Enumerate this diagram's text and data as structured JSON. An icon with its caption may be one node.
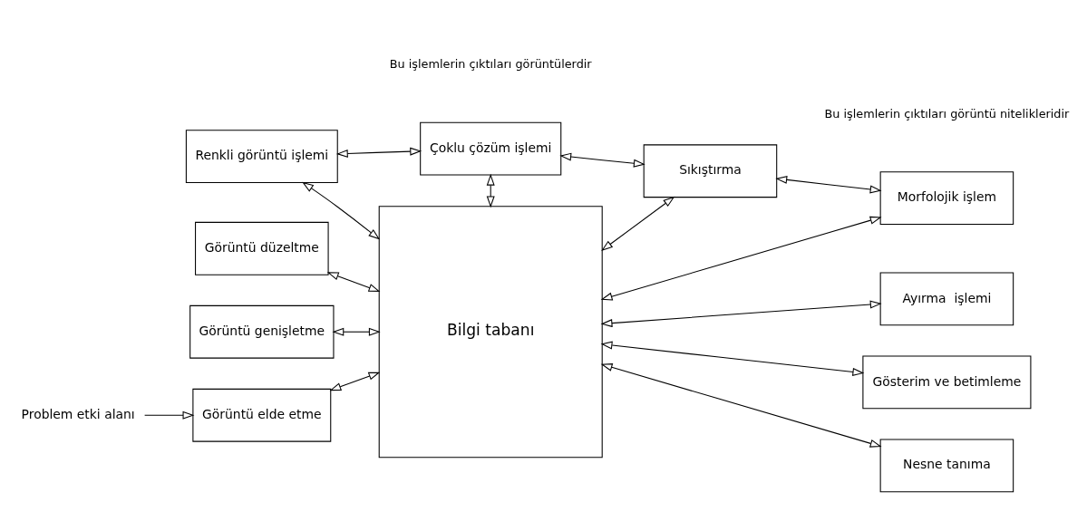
{
  "diagram": {
    "nodes": [
      {
        "text": [
          "Renkli görüntü işlemi"
        ]
      },
      {
        "text": [
          "Çoklu çözüm işlemi"
        ]
      },
      {
        "text": [
          "Sıkıştırma"
        ]
      },
      {
        "text": [
          "Morfolojik işlem"
        ]
      },
      {
        "text": [
          "Görüntü düzeltme"
        ]
      },
      {
        "text": [
          "Bilgi tabanı"
        ]
      },
      {
        "text": [
          "Ayırma  işlemi"
        ]
      },
      {
        "text": [
          "Görüntü genişletme"
        ]
      },
      {
        "text": [
          "Gösterim ve betimleme"
        ]
      },
      {
        "text": [
          "Görüntü elde etme"
        ]
      },
      {
        "text": [
          "Nesne tanıma"
        ]
      },
      {
        "text": [
          "Problem etki alanı"
        ]
      }
    ],
    "edges": [
      {
        "from": 0,
        "to": 1,
        "arrow": "both"
      },
      {
        "from": 1,
        "to": 2,
        "arrow": "both"
      },
      {
        "from": 2,
        "to": 3,
        "arrow": "both"
      },
      {
        "from": 0,
        "to": 5,
        "arrow": "both"
      },
      {
        "from": 1,
        "to": 5,
        "arrow": "both"
      },
      {
        "from": 2,
        "to": 5,
        "arrow": "both"
      },
      {
        "from": 3,
        "to": 5,
        "arrow": "both"
      },
      {
        "from": 4,
        "to": 5,
        "arrow": "both"
      },
      {
        "from": 5,
        "to": 6,
        "arrow": "both"
      },
      {
        "from": 7,
        "to": 5,
        "arrow": "both"
      },
      {
        "from": 5,
        "to": 8,
        "arrow": "both"
      },
      {
        "from": 9,
        "to": 5,
        "arrow": "both"
      },
      {
        "from": 5,
        "to": 10,
        "arrow": "both"
      },
      {
        "from": 11,
        "to": 9,
        "arrow": "to"
      }
    ],
    "labels": [
      "Bu işlemlerin çıktıları görüntülerdir",
      "Bu işlemlerin çıktıları görüntü nitelikleridir"
    ]
  }
}
